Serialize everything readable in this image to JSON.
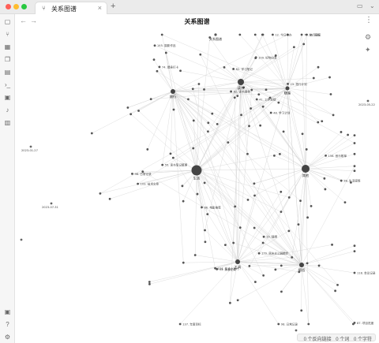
{
  "window": {
    "tab_title": "关系图谱",
    "tab_icon": "graph-icon",
    "view_title": "关系图谱",
    "new_tab_symbol": "+",
    "close_symbol": "×"
  },
  "ribbon": {
    "icons": [
      "file-icon",
      "graph-icon",
      "calendar-icon",
      "copy-icon",
      "bookmark-icon",
      "terminal-icon",
      "template-icon",
      "mic-icon",
      "layout-icon"
    ],
    "bottom_icons": [
      "vault-icon",
      "help-icon",
      "settings-icon"
    ]
  },
  "graph": {
    "hubs": [
      {
        "id": "h1",
        "label": "生活",
        "size": 6.5
      },
      {
        "id": "h2",
        "label": "其他",
        "size": 5
      },
      {
        "id": "h3",
        "label": "读书",
        "size": 4
      },
      {
        "id": "h4",
        "label": "旅行",
        "size": 3
      },
      {
        "id": "h5",
        "label": "工具",
        "size": 3
      },
      {
        "id": "h6",
        "label": "感悟",
        "size": 3
      },
      {
        "id": "h7",
        "label": "随笔",
        "size": 2.5
      }
    ],
    "labels": [
      "98. 日常记录",
      "82. 学习笔记",
      "170. 周末去公园散步",
      "124. 生活小技巧",
      "55. 读书笔记整理",
      "23. 旅行计划",
      "41. 工作总结",
      "66. 电影推荐",
      "12. 今日待办",
      "87. 项目进度",
      "33. 美食记录",
      "74. 健身打卡",
      "109. 好物分享",
      "156. 音乐歌单",
      "48. 学习计划",
      "91. 周报",
      "19. 随想",
      "137. 年度目标",
      "62. 读书清单",
      "145. 摄影作品",
      "28. 生活感悟",
      "103. 技术文章",
      "77. 旅行日记",
      "118. 会议记录"
    ],
    "dates": [
      "2023-01-27",
      "2023-05-22",
      "2023-01-16",
      "2023-07-31"
    ],
    "top_label": "关系图谱",
    "tools": [
      "settings-icon",
      "magic-wand-icon"
    ]
  },
  "status": {
    "backlinks": "0 个反向链接",
    "words": "0 个词",
    "chars": "0 个字符"
  }
}
